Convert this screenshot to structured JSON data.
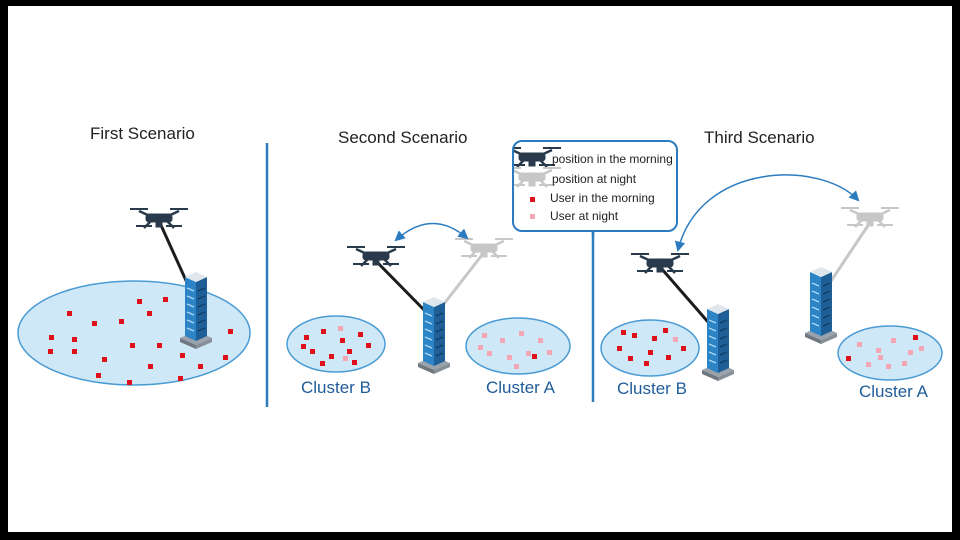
{
  "titles": {
    "first": "First Scenario",
    "second": "Second Scenario",
    "third": "Third Scenario"
  },
  "clusters": {
    "s2_b": "Cluster B",
    "s2_a": "Cluster A",
    "s3_b": "Cluster B",
    "s3_a": "Cluster A"
  },
  "legend": {
    "drone_morning": "position in the morning",
    "drone_night": "position at night",
    "user_morning": "User in the morning",
    "user_night": "User at night"
  },
  "colors": {
    "cell_fill": "#cfe8f7",
    "cell_stroke": "#4a9bd4",
    "user_morning": "#e0101a",
    "user_night": "#f4a6b4",
    "divider": "#2b7bbf",
    "drone_morning": "#2a3a4d",
    "drone_night": "#c7c7c7",
    "cluster_label": "#1f5c99"
  }
}
